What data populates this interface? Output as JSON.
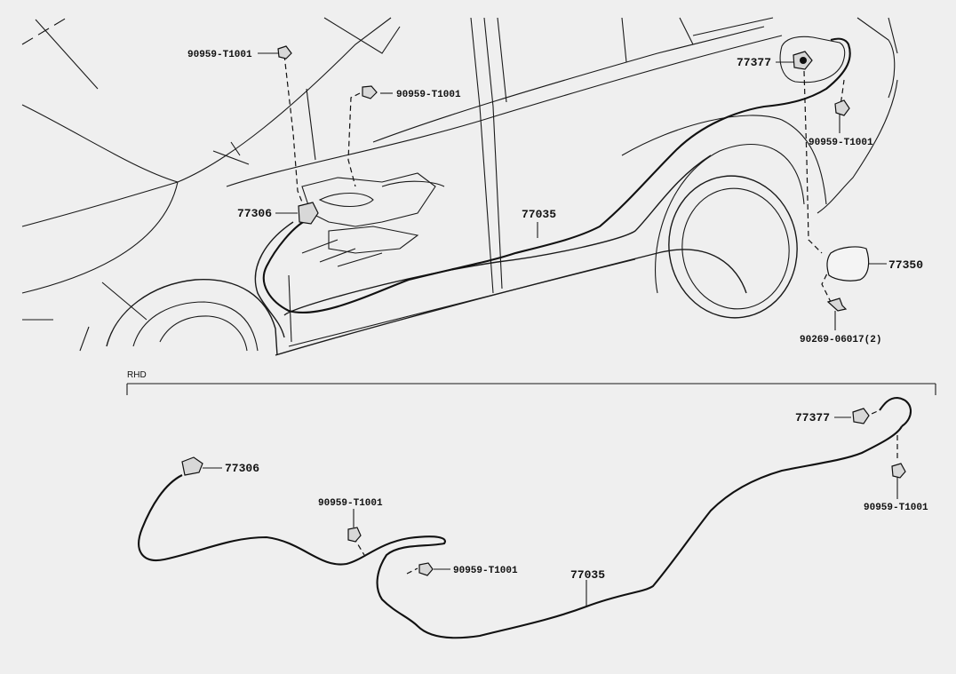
{
  "diagram": {
    "section_label": "RHD",
    "top_view": {
      "labels": {
        "clip_a": "90959-T1001",
        "clip_b": "90959-T1001",
        "clip_c": "90959-T1001",
        "lever": "77306",
        "cable": "77035",
        "lock": "77377",
        "lid": "77350",
        "screw": "90269-06017(2)"
      }
    },
    "bottom_view": {
      "labels": {
        "lever": "77306",
        "lock": "77377",
        "clip_a": "90959-T1001",
        "clip_b": "90959-T1001",
        "clip_c": "90959-T1001",
        "cable": "77035"
      }
    }
  }
}
